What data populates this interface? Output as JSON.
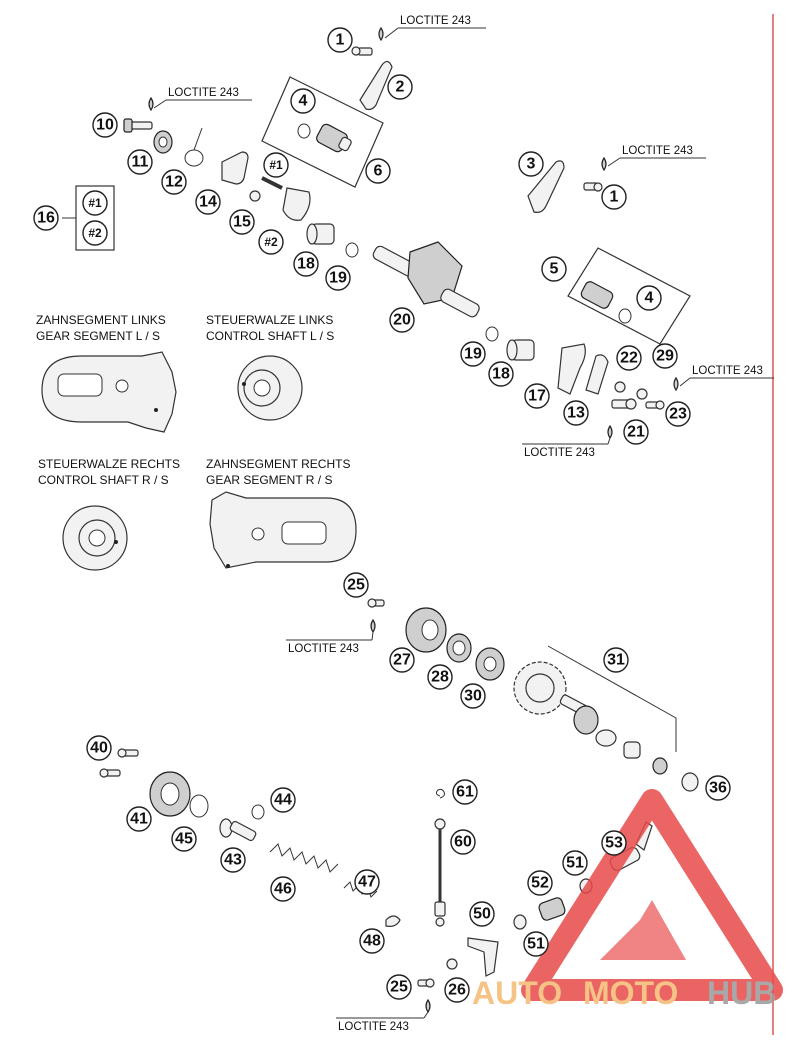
{
  "notes": {
    "loctite": "LOCTITE 243"
  },
  "views": {
    "gear_segment_left": [
      "ZAHNSEGMENT LINKS",
      "GEAR SEGMENT L / S"
    ],
    "control_shaft_left": [
      "STEUERWALZE LINKS",
      "CONTROL SHAFT L / S"
    ],
    "control_shaft_right": [
      "STEUERWALZE RECHTS",
      "CONTROL SHAFT R / S"
    ],
    "gear_segment_right": [
      "ZAHNSEGMENT RECHTS",
      "GEAR SEGMENT R / S"
    ]
  },
  "group16": {
    "number": "16",
    "items": [
      "#1",
      "#2"
    ]
  },
  "callouts": {
    "c1a": "1",
    "c1b": "1",
    "c2": "2",
    "c3": "3",
    "c4a": "4",
    "c4b": "4",
    "c5": "5",
    "c6": "6",
    "c10": "10",
    "c11": "11",
    "c12": "12",
    "c13": "13",
    "c14": "14",
    "c15": "15",
    "c17": "17",
    "c18a": "18",
    "c18b": "18",
    "c19a": "19",
    "c19b": "19",
    "c20": "20",
    "c21": "21",
    "c22": "22",
    "c23": "23",
    "c25a": "25",
    "c25b": "25",
    "c26": "26",
    "c27": "27",
    "c28": "28",
    "c29": "29",
    "c30": "30",
    "c31": "31",
    "c36": "36",
    "c40": "40",
    "c41": "41",
    "c43": "43",
    "c44": "44",
    "c45": "45",
    "c46": "46",
    "c47": "47",
    "c48": "48",
    "c50": "50",
    "c51a": "51",
    "c51b": "51",
    "c52": "52",
    "c53": "53",
    "c60": "60",
    "c61": "61",
    "h1": "#1",
    "h2": "#2"
  },
  "watermark": {
    "part1": "AUTO",
    "part2": "MOTO",
    "part3": "HUB",
    "color_red": "#e84a4a",
    "color_orange": "#f5b971",
    "color_grey": "#9a9a9a"
  },
  "colors": {
    "margin_line": "#e06060"
  }
}
